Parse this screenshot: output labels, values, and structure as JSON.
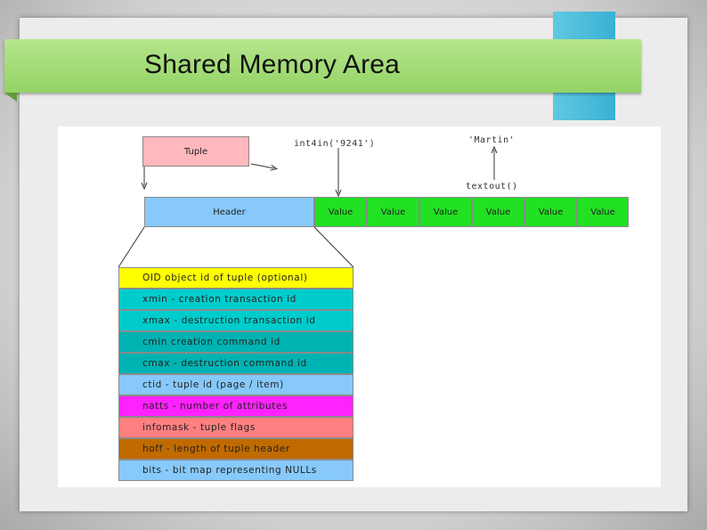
{
  "slide": {
    "title": "Shared Memory Area"
  },
  "diagram": {
    "tuple_label": "Tuple",
    "header_label": "Header",
    "int4in_label": "int4in('9241')",
    "string_label": "'Martin'",
    "textout_label": "textout()",
    "values": [
      "Value",
      "Value",
      "Value",
      "Value",
      "Value",
      "Value"
    ],
    "fields": [
      {
        "text": "OID    object id of tuple (optional)",
        "color": "#ffff00"
      },
      {
        "text": "xmin - creation transaction id",
        "color": "#00cccc"
      },
      {
        "text": "xmax - destruction transaction id",
        "color": "#00cccc"
      },
      {
        "text": "cmin    creation command id",
        "color": "#00b3b3"
      },
      {
        "text": "cmax - destruction command id",
        "color": "#00b3b3"
      },
      {
        "text": "ctid - tuple id (page / item)",
        "color": "#87c9fa"
      },
      {
        "text": "natts - number of attributes",
        "color": "#ff22ff"
      },
      {
        "text": "infomask - tuple flags",
        "color": "#ff8080"
      },
      {
        "text": "hoff - length of tuple header",
        "color": "#c06a00"
      },
      {
        "text": "bits - bit map representing NULLs",
        "color": "#87c9fa"
      }
    ],
    "colors": {
      "tuple": "#ffb8bd",
      "header": "#87c9fa",
      "value": "#22e022"
    }
  }
}
